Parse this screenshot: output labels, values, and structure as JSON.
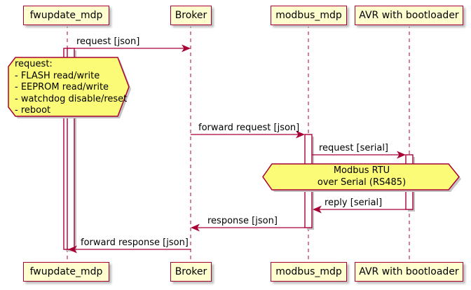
{
  "diagram": {
    "type": "uml-sequence-diagram",
    "participants": [
      {
        "name": "fwupdate_mdp"
      },
      {
        "name": "Broker"
      },
      {
        "name": "modbus_mdp"
      },
      {
        "name": "AVR with bootloader"
      }
    ],
    "messages": [
      {
        "label": "request [json]",
        "from": "fwupdate_mdp",
        "to": "Broker"
      },
      {
        "label": "forward request [json]",
        "from": "Broker",
        "to": "modbus_mdp"
      },
      {
        "label": "request [serial]",
        "from": "modbus_mdp",
        "to": "AVR with bootloader"
      },
      {
        "label": "reply [serial]",
        "from": "AVR with bootloader",
        "to": "modbus_mdp"
      },
      {
        "label": "response [json]",
        "from": "modbus_mdp",
        "to": "Broker"
      },
      {
        "label": "forward response [json]",
        "from": "Broker",
        "to": "fwupdate_mdp"
      }
    ],
    "notes": [
      {
        "over": "fwupdate_mdp",
        "lines": [
          "request:",
          "- FLASH read/write",
          "- EEPROM read/write",
          "- watchdog disable/reset",
          "- reboot"
        ]
      },
      {
        "over": "modbus_mdp, AVR with bootloader",
        "lines": [
          "Modbus RTU",
          "over Serial (RS485)"
        ]
      }
    ],
    "colors": {
      "border": "#A80036",
      "participant_fill": "#FEFECE",
      "note_fill": "#FBFB77",
      "lifeline": "#A80036",
      "text": "#000000",
      "shadow": "#c4c4c4",
      "background": "#ffffff"
    }
  }
}
